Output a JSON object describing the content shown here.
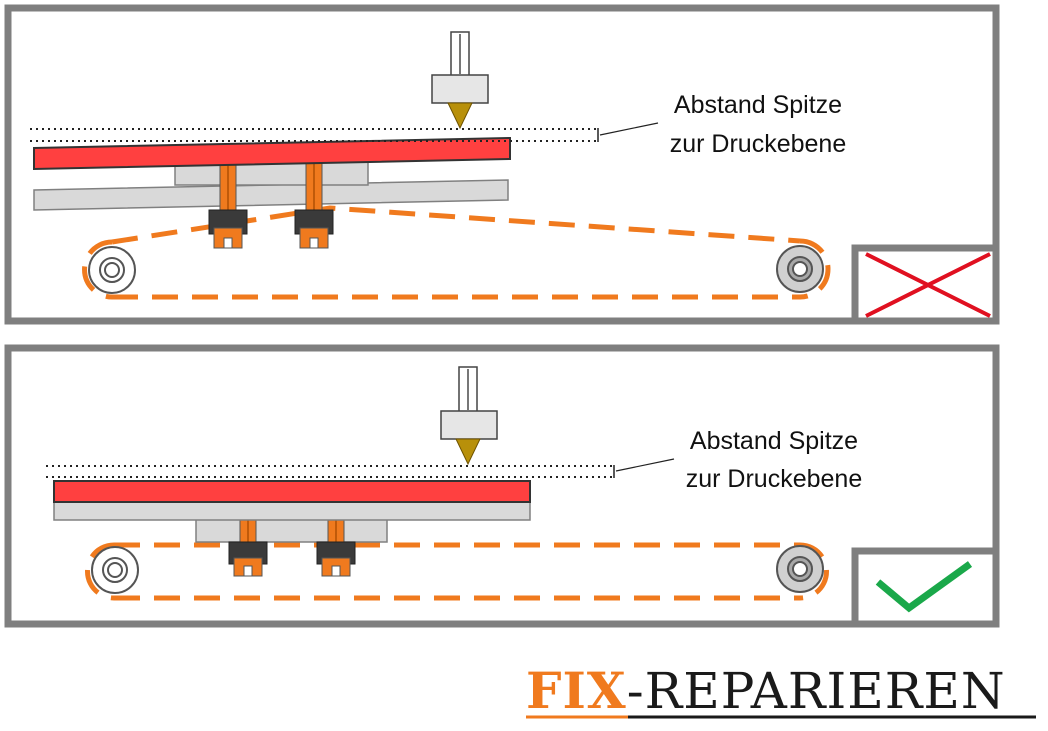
{
  "panels": [
    {
      "id": "incorrect",
      "label_line1": "Abstand Spitze",
      "label_line2": "zur Druckebene",
      "status": "wrong",
      "status_icon": "red-cross-icon"
    },
    {
      "id": "correct",
      "label_line1": "Abstand Spitze",
      "label_line2": "zur Druckebene",
      "status": "right",
      "status_icon": "green-check-icon"
    }
  ],
  "logo": {
    "part1": "FIX",
    "part2": "-REPARIEREN"
  },
  "colors": {
    "frame": "#7f7f7f",
    "bed_red": "#ff4040",
    "plate_gray": "#d9d9d9",
    "belt_orange": "#f07a1e",
    "nozzle_gold": "#b8900a",
    "cross_red": "#e01020",
    "check_green": "#1aa84a",
    "logo_orange": "#f07a1e",
    "logo_dark": "#1a1a1a"
  }
}
